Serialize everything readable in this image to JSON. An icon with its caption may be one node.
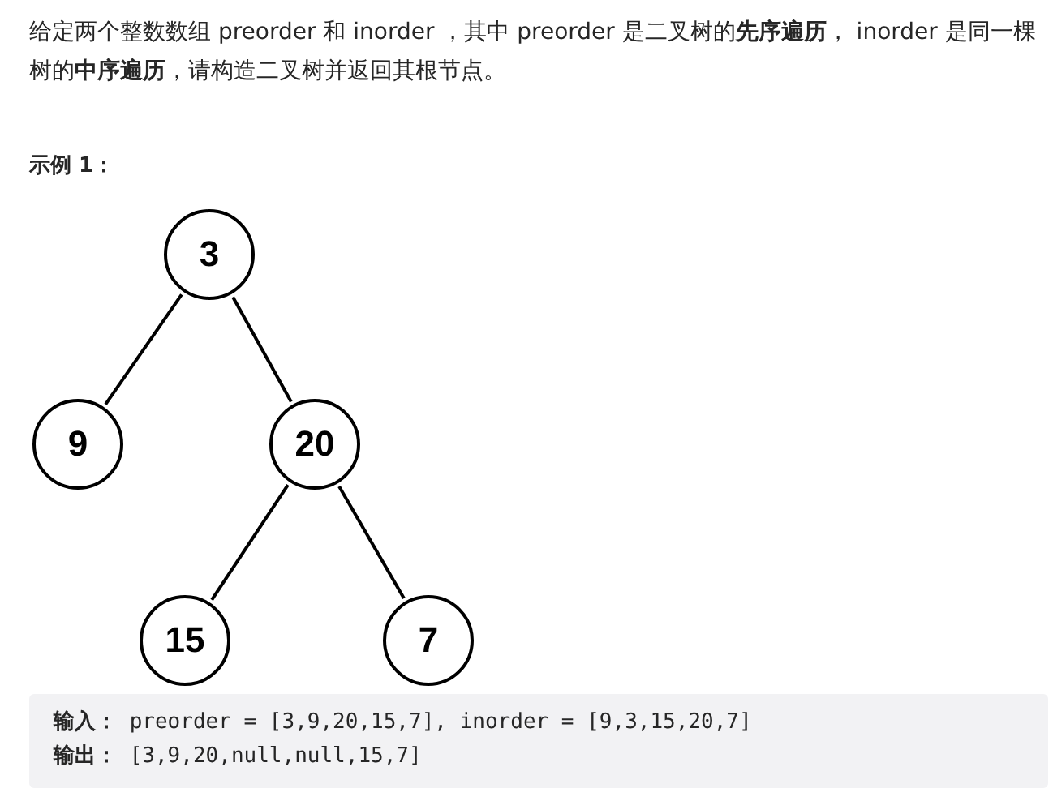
{
  "diagram": {
    "nodes": [
      {
        "text": [
          "3"
        ]
      },
      {
        "text": [
          "9"
        ]
      },
      {
        "text": [
          "20"
        ]
      },
      {
        "text": [
          "15"
        ]
      },
      {
        "text": [
          "7"
        ]
      }
    ],
    "edges": [
      {
        "from": 0,
        "to": 1,
        "arrow": "none"
      },
      {
        "from": 0,
        "to": 2,
        "arrow": "none"
      },
      {
        "from": 2,
        "to": 3,
        "arrow": "none"
      },
      {
        "from": 2,
        "to": 4,
        "arrow": "none"
      }
    ],
    "labels": [
      "给定两个整数数组 preorder 和 inorder ，其中 preorder 是二叉树的**先序遍历**， inorder 是同一棵树的**中序遍历**，请构造二叉树并返回其根节点。",
      "示例 1：",
      "**输入：** preorder = [3,9,20,15,7], inorder = [9,3,15,20,7]",
      "**输出：** [3,9,20,null,null,15,7]"
    ]
  }
}
